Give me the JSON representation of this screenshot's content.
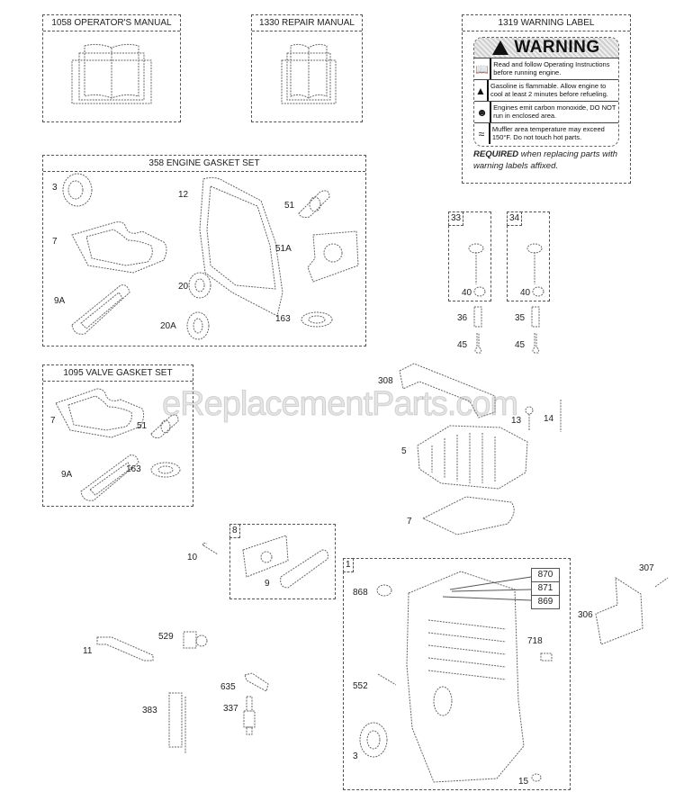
{
  "diagram": {
    "watermark": "eReplacementParts.com",
    "kits": {
      "operators_manual": {
        "title": "1058 OPERATOR'S MANUAL"
      },
      "repair_manual": {
        "title": "1330 REPAIR MANUAL"
      },
      "warning_label": {
        "title": "1319 WARNING LABEL",
        "heading": "WARNING",
        "rows": [
          {
            "icon": "book-icon",
            "text": "Read and follow Operating Instructions before running engine."
          },
          {
            "icon": "fire-icon",
            "text": "Gasoline is flammable. Allow engine to cool at least 2 minutes before refueling."
          },
          {
            "icon": "person-fumes-icon",
            "text": "Engines emit carbon monoxide, DO NOT run in enclosed area."
          },
          {
            "icon": "hot-surface-icon",
            "text": "Muffler area temperature may exceed 150°F. Do not touch hot parts."
          }
        ],
        "required_bold": "REQUIRED",
        "required_text": " when replacing parts with warning labels affixed."
      },
      "engine_gasket_set": {
        "title": "358 ENGINE GASKET SET",
        "parts": [
          "3",
          "7",
          "9A",
          "12",
          "20",
          "20A",
          "51",
          "51A",
          "163"
        ]
      },
      "valve_gasket_set": {
        "title": "1095 VALVE GASKET SET",
        "parts": [
          "7",
          "9A",
          "51",
          "163"
        ]
      },
      "intake_valve": {
        "tag": "33",
        "parts": [
          "40"
        ]
      },
      "exhaust_valve": {
        "tag": "34",
        "parts": [
          "40"
        ]
      },
      "breather": {
        "tag": "8",
        "parts": [
          "9"
        ]
      },
      "cylinder": {
        "tag": "1",
        "parts": [
          "868",
          "718",
          "552",
          "3",
          "15"
        ],
        "callouts": [
          "870",
          "871",
          "869"
        ]
      }
    },
    "loose_parts": {
      "p36": "36",
      "p35": "35",
      "p45a": "45",
      "p45b": "45",
      "p308": "308",
      "p13": "13",
      "p14": "14",
      "p5": "5",
      "p7": "7",
      "p10": "10",
      "p307": "307",
      "p306": "306",
      "p11": "11",
      "p529": "529",
      "p635": "635",
      "p337": "337",
      "p383": "383"
    }
  }
}
